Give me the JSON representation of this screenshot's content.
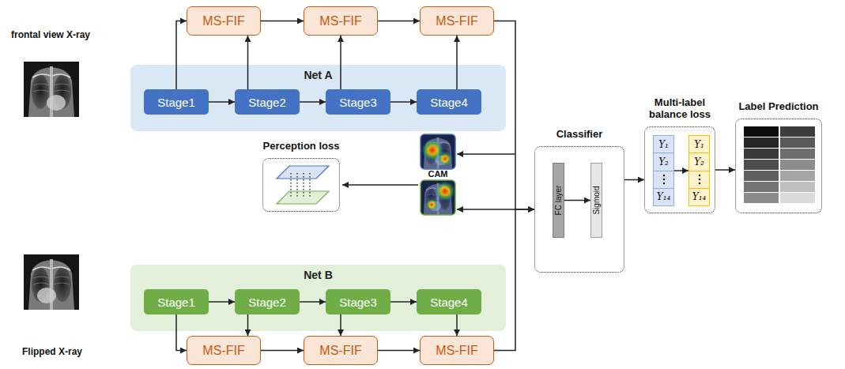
{
  "diagram": {
    "nodes": [
      {
        "text": [
          "MS-FIF"
        ]
      },
      {
        "text": [
          "MS-FIF"
        ]
      },
      {
        "text": [
          "MS-FIF"
        ]
      },
      {
        "text": [
          "Net A"
        ]
      },
      {
        "text": [
          "Stage1"
        ],
        "in": 3
      },
      {
        "text": [
          "Stage2"
        ],
        "in": 3
      },
      {
        "text": [
          "Stage3"
        ],
        "in": 3
      },
      {
        "text": [
          "Stage4"
        ],
        "in": 3
      },
      {
        "text": [
          "Perception loss"
        ]
      },
      {
        "text": [
          "Classifier"
        ]
      },
      {
        "text": [
          "FC layer"
        ],
        "in": 9
      },
      {
        "text": [
          "Sigmoid"
        ],
        "in": 9
      },
      {
        "text": [
          "Multi-label balance loss"
        ]
      },
      {
        "text": [
          "Y₁",
          "Y₂",
          "Y₁₄"
        ],
        "in": 12
      },
      {
        "text": [
          "Y₁",
          "Y₂",
          "Y₁₄"
        ],
        "in": 12
      },
      {
        "text": [
          "Label Prediction"
        ]
      },
      {
        "text": [
          "Net B"
        ]
      },
      {
        "text": [
          "Stage1"
        ],
        "in": 16
      },
      {
        "text": [
          "Stage2"
        ],
        "in": 16
      },
      {
        "text": [
          "Stage3"
        ],
        "in": 16
      },
      {
        "text": [
          "Stage4"
        ],
        "in": 16
      },
      {
        "text": [
          "MS-FIF"
        ]
      },
      {
        "text": [
          "MS-FIF"
        ]
      },
      {
        "text": [
          "MS-FIF"
        ]
      }
    ],
    "edges": [
      {
        "from": 4,
        "to": 5,
        "arrow": "to"
      },
      {
        "from": 5,
        "to": 6,
        "arrow": "to"
      },
      {
        "from": 6,
        "to": 7,
        "arrow": "to"
      },
      {
        "from": 4,
        "to": 0,
        "arrow": "to"
      },
      {
        "from": 5,
        "to": 0,
        "arrow": "to"
      },
      {
        "from": 6,
        "to": 1,
        "arrow": "to"
      },
      {
        "from": 7,
        "to": 2,
        "arrow": "to"
      },
      {
        "from": 0,
        "to": 1,
        "arrow": "to"
      },
      {
        "from": 1,
        "to": 2,
        "arrow": "to"
      },
      {
        "from": 17,
        "to": 18,
        "arrow": "to"
      },
      {
        "from": 18,
        "to": 19,
        "arrow": "to"
      },
      {
        "from": 19,
        "to": 20,
        "arrow": "to"
      },
      {
        "from": 17,
        "to": 21,
        "arrow": "to"
      },
      {
        "from": 18,
        "to": 21,
        "arrow": "to"
      },
      {
        "from": 19,
        "to": 22,
        "arrow": "to"
      },
      {
        "from": 20,
        "to": 23,
        "arrow": "to"
      },
      {
        "from": 21,
        "to": 22,
        "arrow": "to"
      },
      {
        "from": 22,
        "to": 23,
        "arrow": "to"
      },
      {
        "from": 2,
        "to": 9,
        "arrow": "to"
      },
      {
        "from": 23,
        "to": 9,
        "arrow": "to"
      },
      {
        "from": 10,
        "to": 11,
        "arrow": "to"
      },
      {
        "from": 9,
        "to": 12,
        "arrow": "to"
      },
      {
        "from": 13,
        "to": 14,
        "arrow": "to"
      },
      {
        "from": 12,
        "to": 15,
        "arrow": "to"
      }
    ],
    "labels": [
      "frontal view X-ray",
      "CAM",
      "Flipped X-ray"
    ]
  }
}
